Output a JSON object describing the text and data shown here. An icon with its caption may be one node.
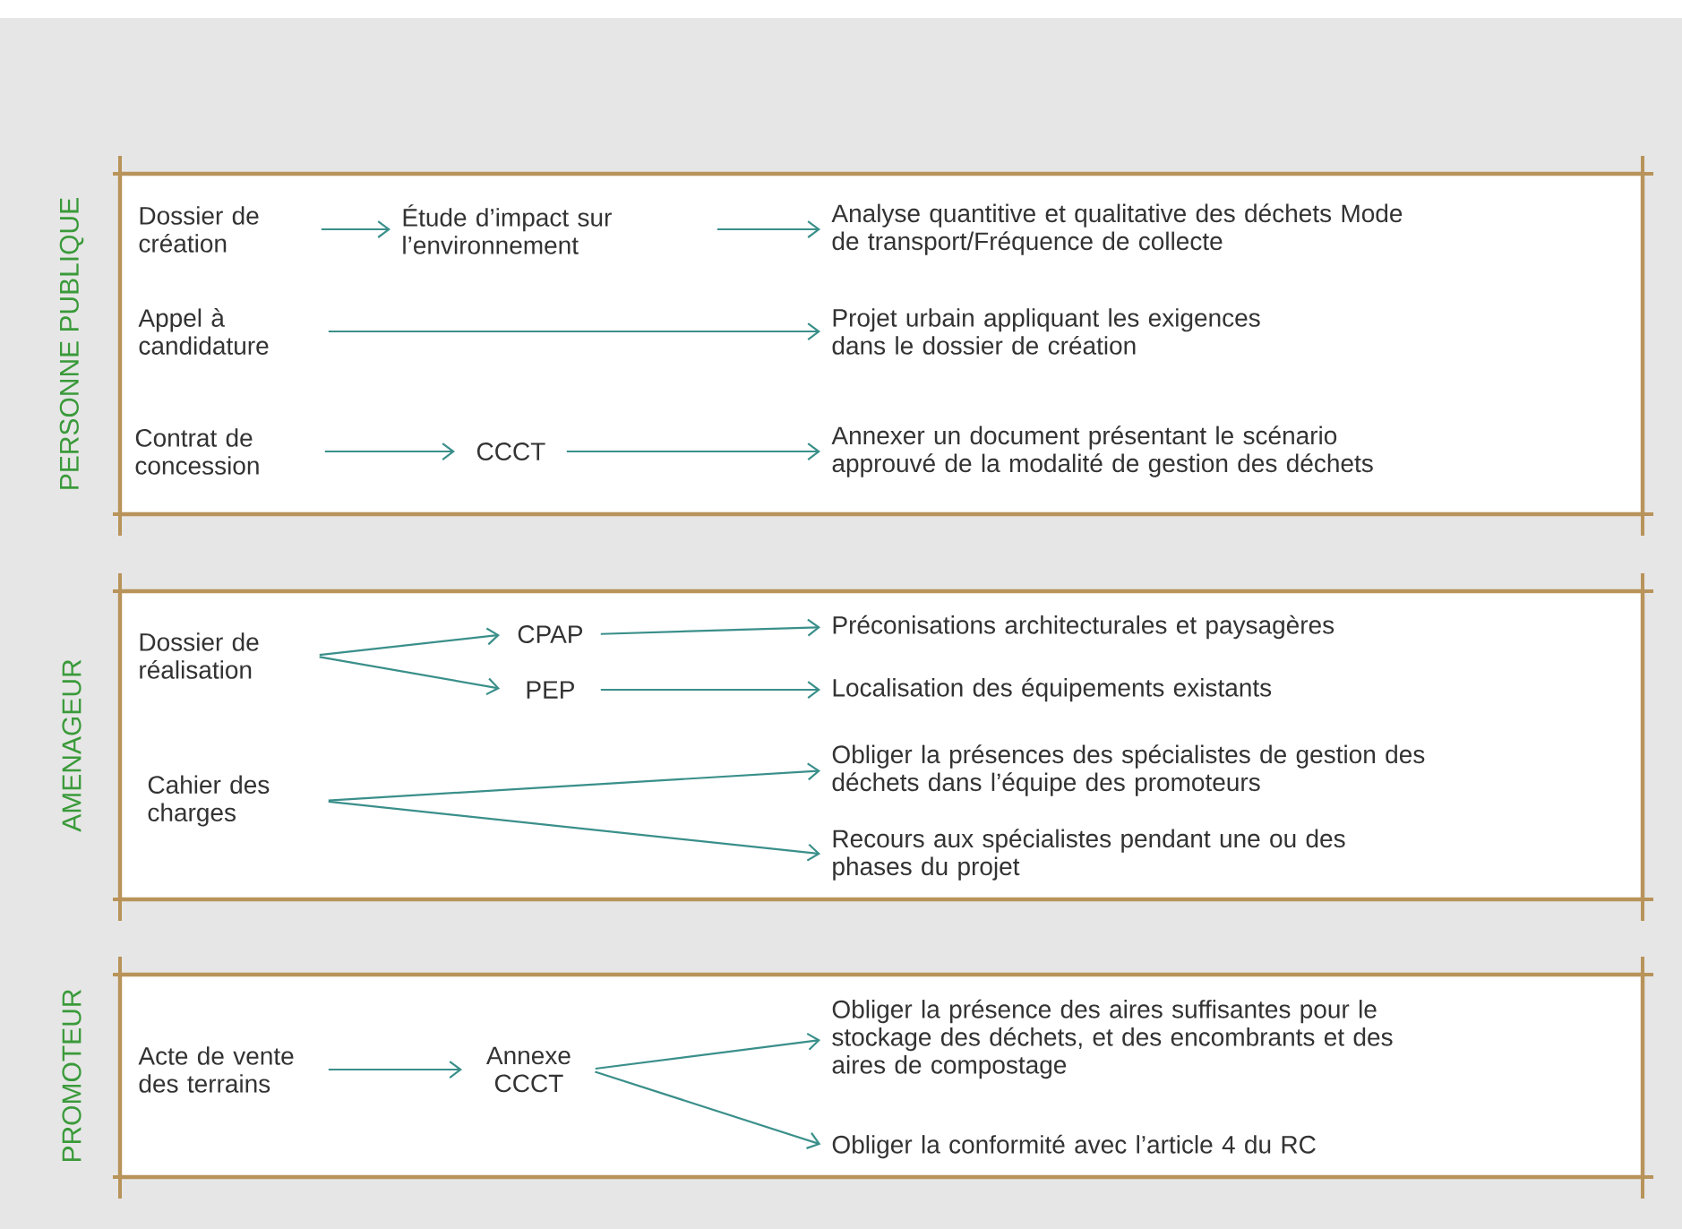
{
  "diagram": {
    "nodes": [
      {
        "text": [
          "PERSONNE PUBLIQUE"
        ]
      },
      {
        "text": [
          "Dossier de création"
        ],
        "in": 0
      },
      {
        "text": [
          "Étude d’impact sur l’environnement"
        ],
        "in": 0
      },
      {
        "text": [
          "Analyse quantitive et qualitative des déchets Mode de transport/Fréquence de collecte"
        ],
        "in": 0
      },
      {
        "text": [
          "Appel à candidature"
        ],
        "in": 0
      },
      {
        "text": [
          "Projet urbain appliquant les exigences dans le dossier de création"
        ],
        "in": 0
      },
      {
        "text": [
          "Contrat de concession"
        ],
        "in": 0
      },
      {
        "text": [
          "CCCT"
        ],
        "in": 0
      },
      {
        "text": [
          "Annexer un document présentant le scénario approuvé de la modalité de gestion des déchets"
        ],
        "in": 0
      },
      {
        "text": [
          "AMENAGEUR"
        ]
      },
      {
        "text": [
          "Dossier de réalisation"
        ],
        "in": 9
      },
      {
        "text": [
          "CPAP"
        ],
        "in": 9
      },
      {
        "text": [
          "PEP"
        ],
        "in": 9
      },
      {
        "text": [
          "Préconisations architecturales et paysagères"
        ],
        "in": 9
      },
      {
        "text": [
          "Localisation des équipements existants"
        ],
        "in": 9
      },
      {
        "text": [
          "Cahier des charges"
        ],
        "in": 9
      },
      {
        "text": [
          "Obliger la présences des spécialistes de gestion des déchets dans l’équipe des promoteurs"
        ],
        "in": 9
      },
      {
        "text": [
          "Recours aux spécialistes pendant une ou des phases du projet"
        ],
        "in": 9
      },
      {
        "text": [
          "PROMOTEUR"
        ]
      },
      {
        "text": [
          "Acte de vente des terrains"
        ],
        "in": 18
      },
      {
        "text": [
          "Annexe CCCT"
        ],
        "in": 18
      },
      {
        "text": [
          "Obliger la présence des aires suffisantes pour le stockage des déchets, et des encombrants et des aires de compostage"
        ],
        "in": 18
      },
      {
        "text": [
          "Obliger la conformité avec l’article 4 du RC"
        ],
        "in": 18
      }
    ],
    "edges": [
      {
        "from": 1,
        "to": 2,
        "arrow": "to"
      },
      {
        "from": 2,
        "to": 3,
        "arrow": "to"
      },
      {
        "from": 4,
        "to": 5,
        "arrow": "to"
      },
      {
        "from": 6,
        "to": 7,
        "arrow": "to"
      },
      {
        "from": 7,
        "to": 8,
        "arrow": "to"
      },
      {
        "from": 10,
        "to": 11,
        "arrow": "to"
      },
      {
        "from": 10,
        "to": 12,
        "arrow": "to"
      },
      {
        "from": 11,
        "to": 13,
        "arrow": "to"
      },
      {
        "from": 12,
        "to": 14,
        "arrow": "to"
      },
      {
        "from": 15,
        "to": 16,
        "arrow": "to"
      },
      {
        "from": 15,
        "to": 17,
        "arrow": "to"
      },
      {
        "from": 19,
        "to": 20,
        "arrow": "to"
      },
      {
        "from": 20,
        "to": 21,
        "arrow": "to"
      },
      {
        "from": 20,
        "to": 22,
        "arrow": "to"
      }
    ]
  }
}
